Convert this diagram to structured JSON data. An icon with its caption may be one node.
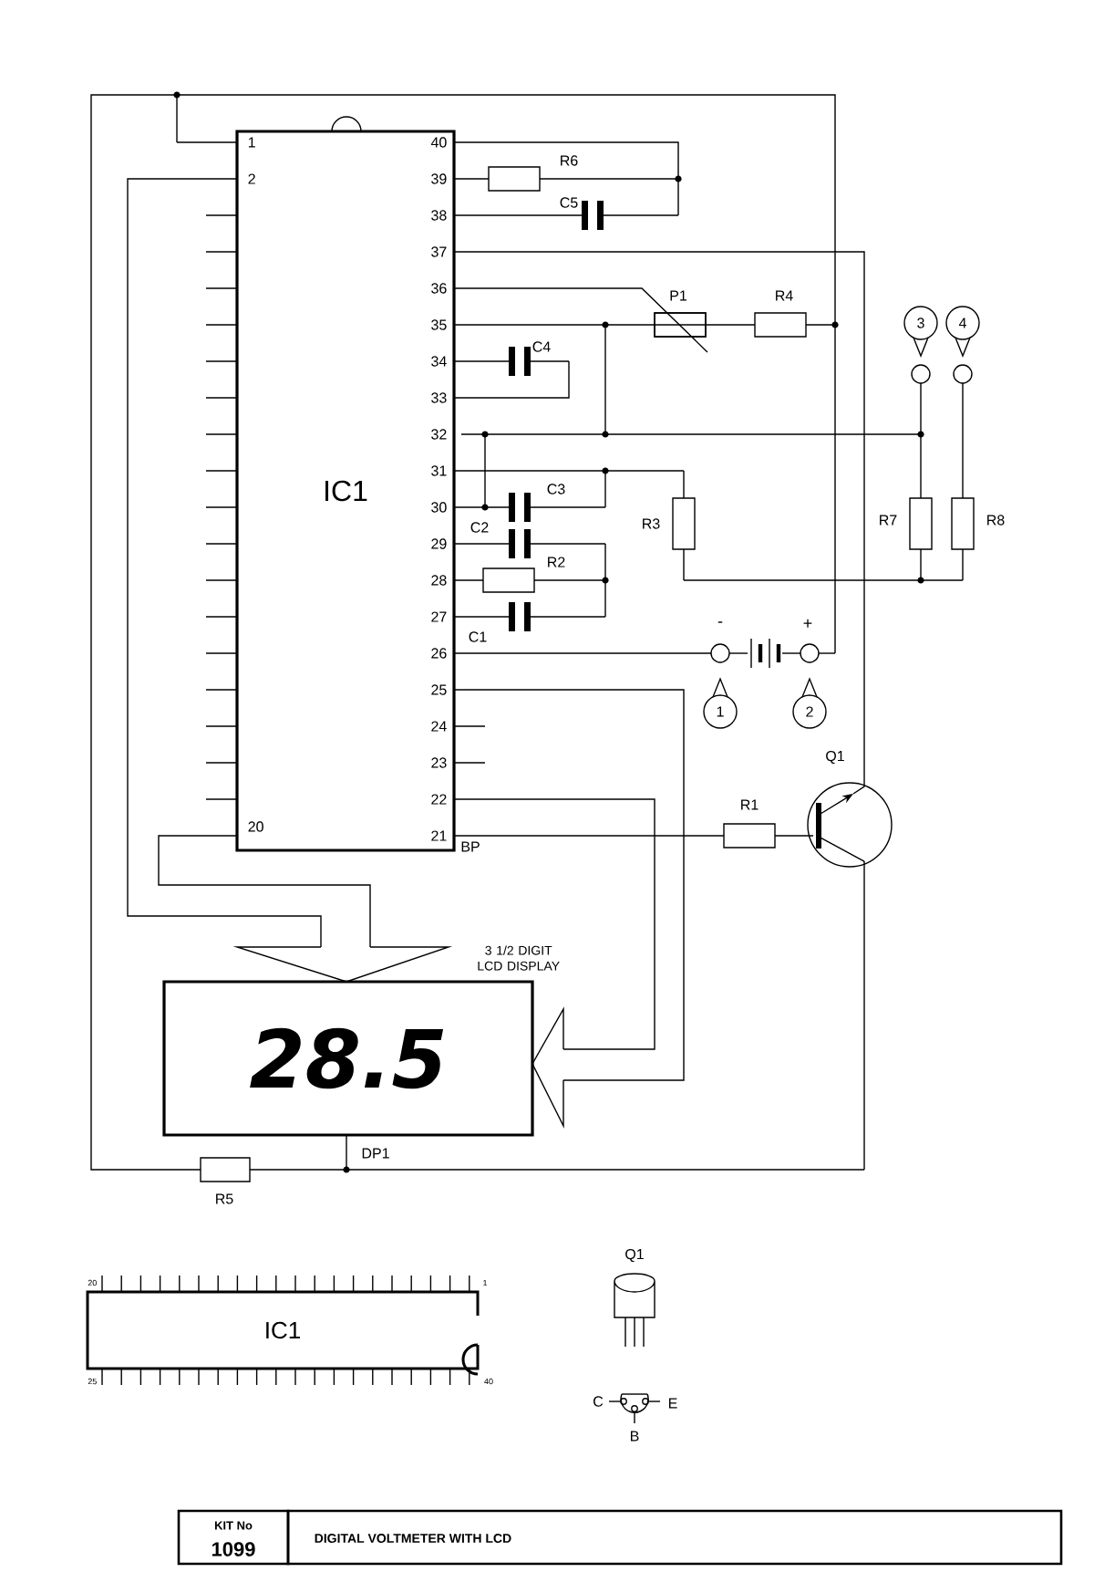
{
  "diagram": {
    "title": "DIGITAL VOLTMETER WITH LCD",
    "labels": [
      "1",
      "2",
      "40",
      "39",
      "38",
      "37",
      "36",
      "35",
      "34",
      "33",
      "32",
      "31",
      "30",
      "29",
      "28",
      "27",
      "26",
      "25",
      "24",
      "23",
      "22",
      "21",
      "20",
      "R6",
      "C5",
      "P1",
      "R4",
      "C4",
      "3",
      "4",
      "C3",
      "C2",
      "R3",
      "R2",
      "R7",
      "R8",
      "C1",
      "-",
      "+",
      "1",
      "2",
      "Q1",
      "R1",
      "BP",
      "DP1",
      "R5",
      "20",
      "1",
      "IC1",
      "Q1",
      "C",
      "E",
      "B",
      "25",
      "40",
      "KIT No",
      "1099",
      "IC1",
      "28.5",
      "3 1/2 DIGIT LCD DISPLAY"
    ]
  }
}
